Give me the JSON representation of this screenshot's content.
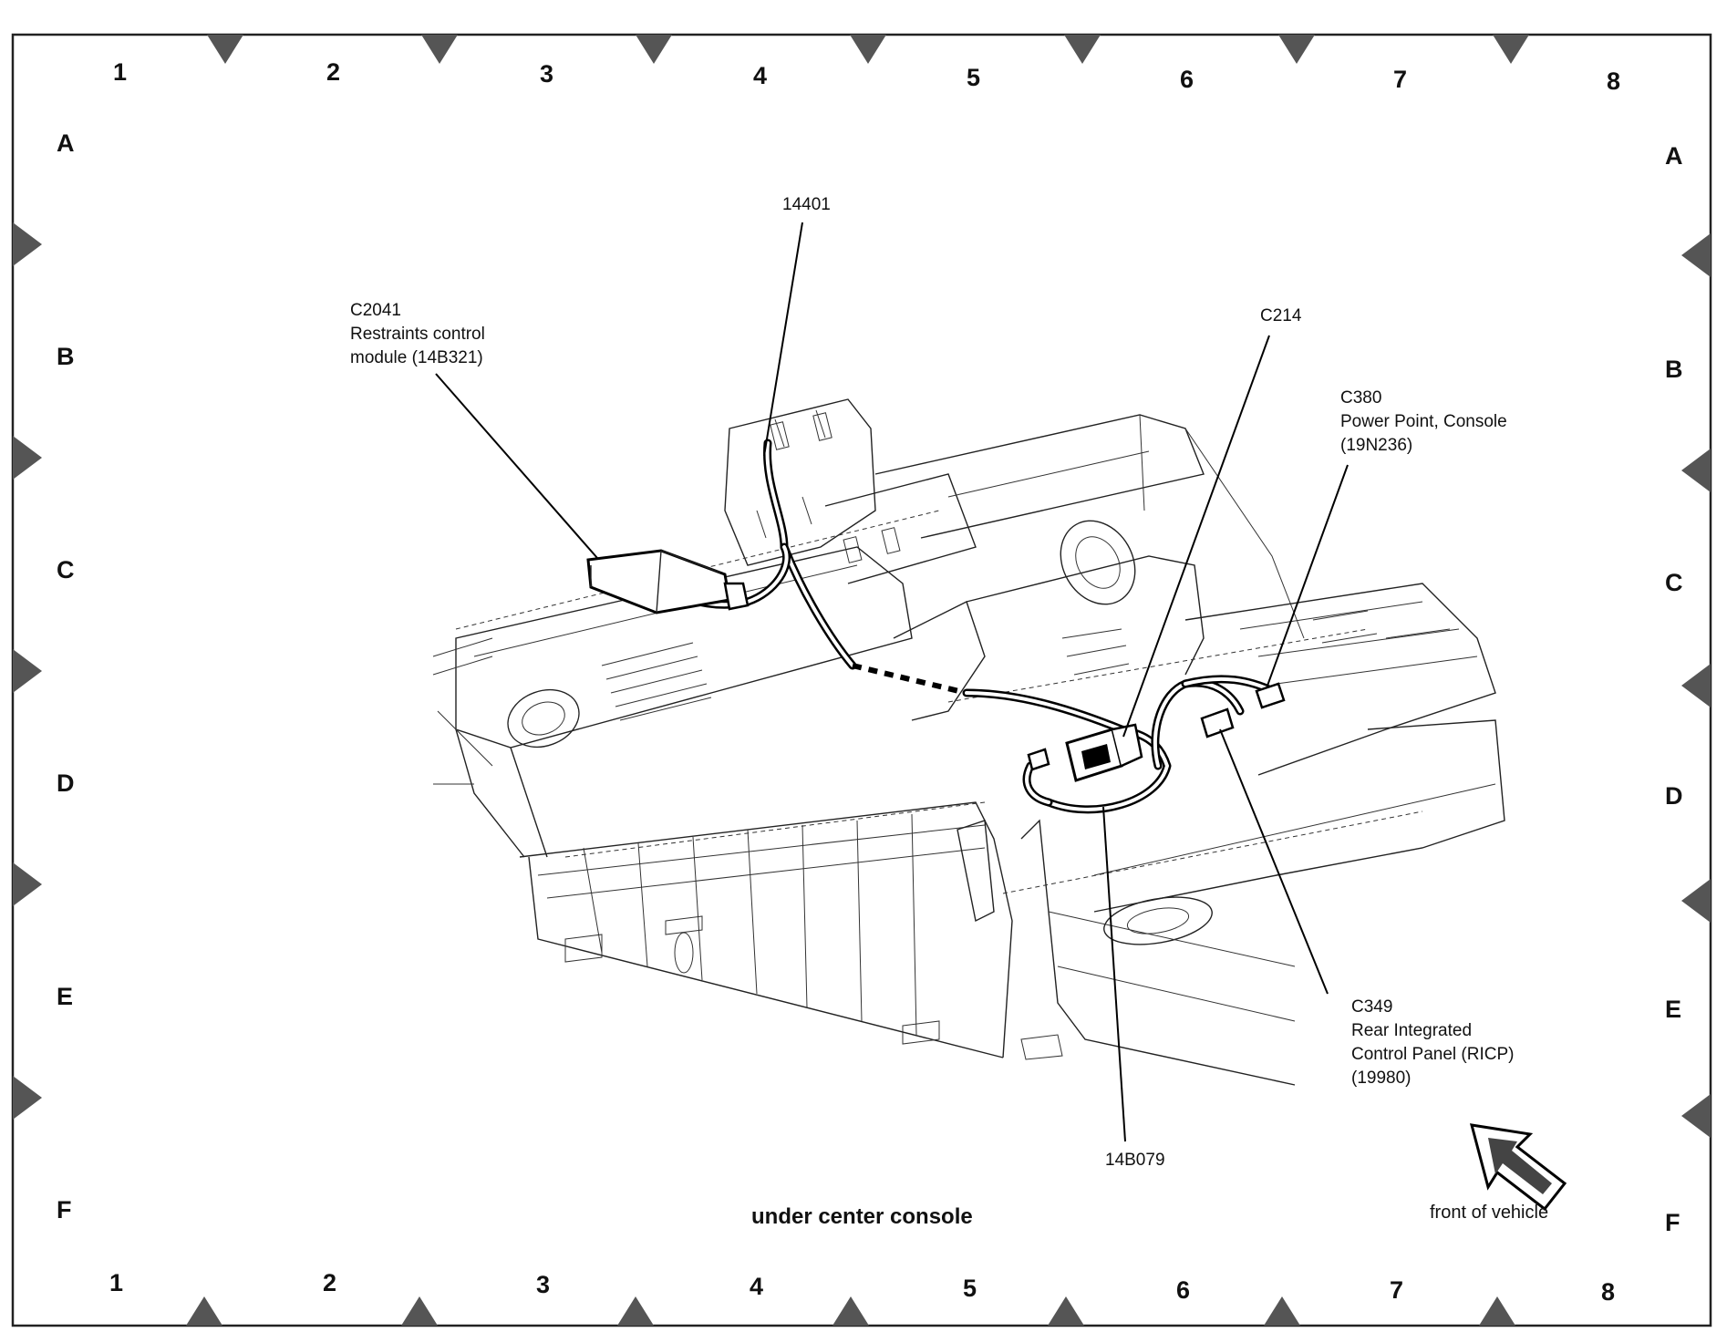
{
  "grid": {
    "columns": [
      "1",
      "2",
      "3",
      "4",
      "5",
      "6",
      "7",
      "8"
    ],
    "rows": [
      "A",
      "B",
      "C",
      "D",
      "E",
      "F"
    ]
  },
  "callouts": {
    "c2041": {
      "lines": [
        "C2041",
        "Restraints control",
        "module (14B321)"
      ]
    },
    "p14401": {
      "lines": [
        "14401"
      ]
    },
    "c214": {
      "lines": [
        "C214"
      ]
    },
    "c380": {
      "lines": [
        "C380",
        "Power Point, Console",
        "(19N236)"
      ]
    },
    "c349": {
      "lines": [
        "C349",
        "Rear Integrated",
        "Control Panel (RICP)",
        "(19980)"
      ]
    },
    "p14b079": {
      "lines": [
        "14B079"
      ]
    }
  },
  "caption": "under center console",
  "orientation": {
    "label": "front of vehicle",
    "icon": "front-direction-arrow-icon"
  },
  "colors": {
    "ink": "#000000",
    "marker": "#555555",
    "paper": "#ffffff"
  }
}
